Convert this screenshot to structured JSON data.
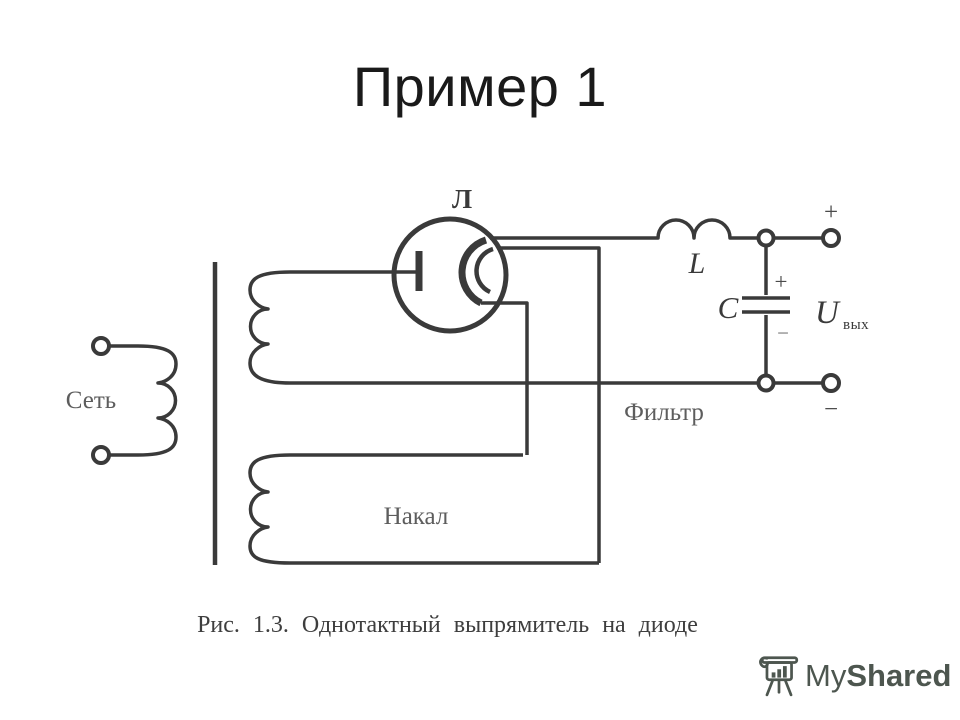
{
  "slide": {
    "title": "Пример 1",
    "caption": "Рис. 1.3. Однотактный выпрямитель на диоде"
  },
  "circuit": {
    "labels": {
      "tube": "Л",
      "mains": "Сеть",
      "inductor": "L",
      "capacitor": "C",
      "output_symbol": "U",
      "output_subscript": "вых",
      "filter": "Фильтр",
      "filament": "Накал"
    },
    "signs": {
      "output_plus": "+",
      "output_minus": "−",
      "capacitor_plus": "+",
      "capacitor_minus": "−"
    },
    "colors": {
      "line": "#3a3a3a",
      "label_dark": "#3a3a3a",
      "label_gray": "#5d5d5d"
    }
  },
  "watermark": {
    "my": "My",
    "shared": "Shared",
    "color": "#4d564f"
  }
}
